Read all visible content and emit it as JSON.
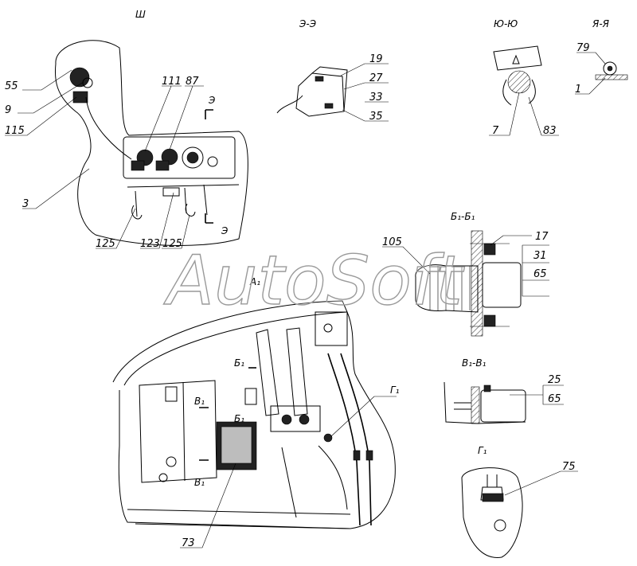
{
  "watermark": "AutoSoft",
  "section_titles": {
    "sh": "Ш",
    "e_e": "Э-Э",
    "yu_yu": "Ю-Ю",
    "ya_ya": "Я-Я",
    "b1_b1": "Б₁-Б₁",
    "v1_v1": "В₁-В₁",
    "g1": "Г₁"
  },
  "cut_marks": {
    "e_top": "Э",
    "e_bottom": "Э",
    "a1": "А₁",
    "b1_top": "Б₁",
    "b1_small": "Б₁",
    "v1_top": "В₁",
    "v1_bottom": "В₁",
    "g1": "Г₁"
  },
  "callouts": {
    "c55": "55",
    "c9": "9",
    "c115": "115",
    "c111": "111",
    "c87": "87",
    "c3": "3",
    "c125a": "125",
    "c123": "123",
    "c125b": "125",
    "c19": "19",
    "c27": "27",
    "c33": "33",
    "c35": "35",
    "c7": "7",
    "c83": "83",
    "c79": "79",
    "c1": "1",
    "c105": "105",
    "c17": "17",
    "c31": "31",
    "c65a": "65",
    "c25": "25",
    "c65b": "65",
    "c75": "75",
    "c73": "73"
  }
}
